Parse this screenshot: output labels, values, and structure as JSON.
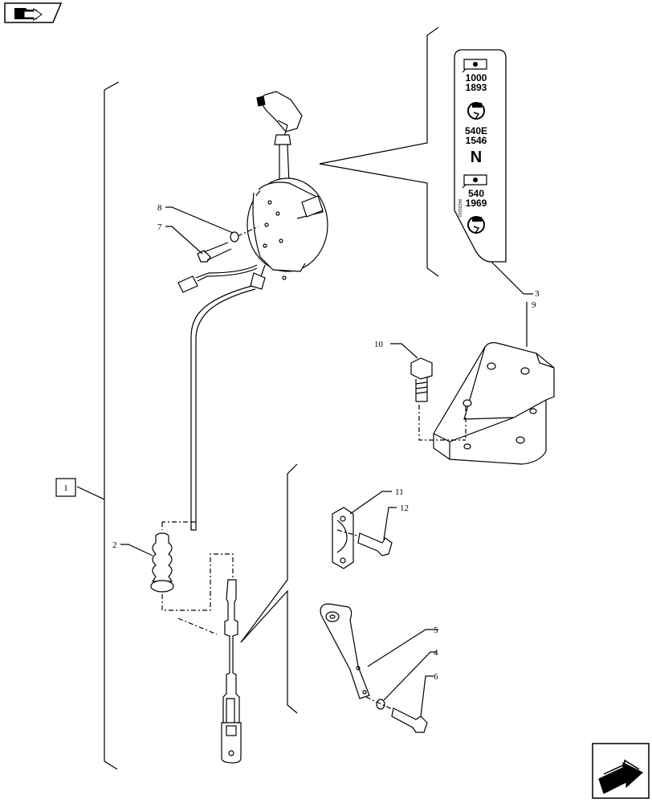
{
  "navigation": {
    "prev_icon": "book-arrow-icon",
    "next_icon": "page-forward-arrow-icon"
  },
  "callouts": {
    "c1": "1",
    "c2": "2",
    "c3": "3",
    "c4": "4",
    "c5": "5",
    "c6": "6",
    "c7": "7",
    "c8": "8",
    "c9": "9",
    "c10": "10",
    "c11": "11",
    "c12": "12"
  },
  "decal": {
    "line1": "1000",
    "line2": "1893",
    "line3": "540E",
    "line4": "1546",
    "line5": "N",
    "line6": "540",
    "line7": "1969",
    "side_code": "84221910"
  },
  "colors": {
    "ink": "#000000",
    "paper": "#ffffff",
    "part_fill": "#f2f2f2"
  }
}
